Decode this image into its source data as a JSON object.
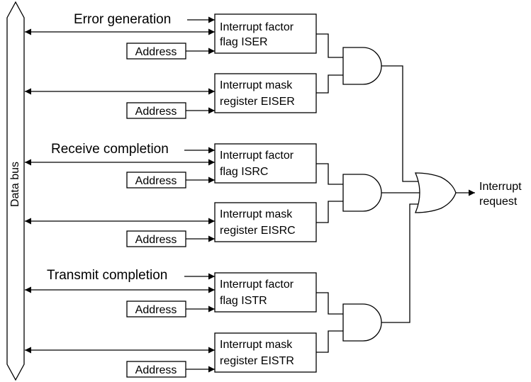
{
  "bus_label": "Data bus",
  "groups": [
    {
      "source_label": "Error generation",
      "factor_line1": "Interrupt factor",
      "factor_line2": "flag  ISER",
      "mask_line1": "Interrupt mask",
      "mask_line2": "register  EISER",
      "address_label": "Address"
    },
    {
      "source_label": "Receive completion",
      "factor_line1": "Interrupt factor",
      "factor_line2": "flag  ISRC",
      "mask_line1": "Interrupt mask",
      "mask_line2": "register  EISRC",
      "address_label": "Address"
    },
    {
      "source_label": "Transmit completion",
      "factor_line1": "Interrupt factor",
      "factor_line2": "flag  ISTR",
      "mask_line1": "Interrupt mask",
      "mask_line2": "register EISTR",
      "address_label": "Address"
    }
  ],
  "output_line1": "Interrupt",
  "output_line2": "request"
}
